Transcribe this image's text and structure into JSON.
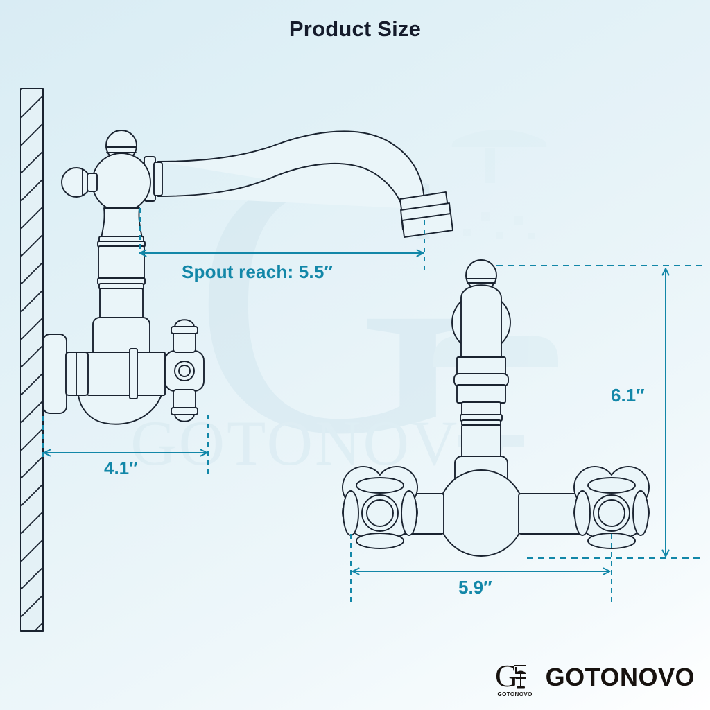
{
  "page": {
    "title": "Product Size",
    "background_top_color": "#d9ecf4",
    "background_bottom_color": "#ffffff"
  },
  "colors": {
    "accent_teal": "#1287a8",
    "outline_navy": "#1a2330",
    "title_ink": "#151b2b",
    "part_fill": "#eaf5f9",
    "watermark": "#d4e8ef",
    "logo_ink": "#17120f"
  },
  "dimensions": {
    "spout_reach": {
      "label": "Spout reach: 5.5″",
      "value": 5.5,
      "unit": "in",
      "orientation": "horizontal"
    },
    "depth": {
      "label": "4.1″",
      "value": 4.1,
      "unit": "in",
      "orientation": "horizontal"
    },
    "height": {
      "label": "6.1″",
      "value": 6.1,
      "unit": "in",
      "orientation": "vertical"
    },
    "width": {
      "label": "5.9″",
      "value": 5.9,
      "unit": "in",
      "orientation": "horizontal"
    }
  },
  "views": {
    "side": {
      "name": "side-view-wall-mount-faucet",
      "features": [
        "wall",
        "cross-handle",
        "spout-column",
        "curved-spout",
        "aerator",
        "escutcheon",
        "valve-body"
      ]
    },
    "front": {
      "name": "front-view-wall-mount-faucet",
      "features": [
        "spout-column",
        "finial",
        "body-sphere",
        "left-cross-handle",
        "right-cross-handle"
      ]
    }
  },
  "watermark": {
    "letter": "G",
    "text": "GOTONOVO"
  },
  "logo": {
    "mark_letter": "G",
    "mark_subtext": "GOTONOVO",
    "wordmark": "GOTONOVO"
  }
}
